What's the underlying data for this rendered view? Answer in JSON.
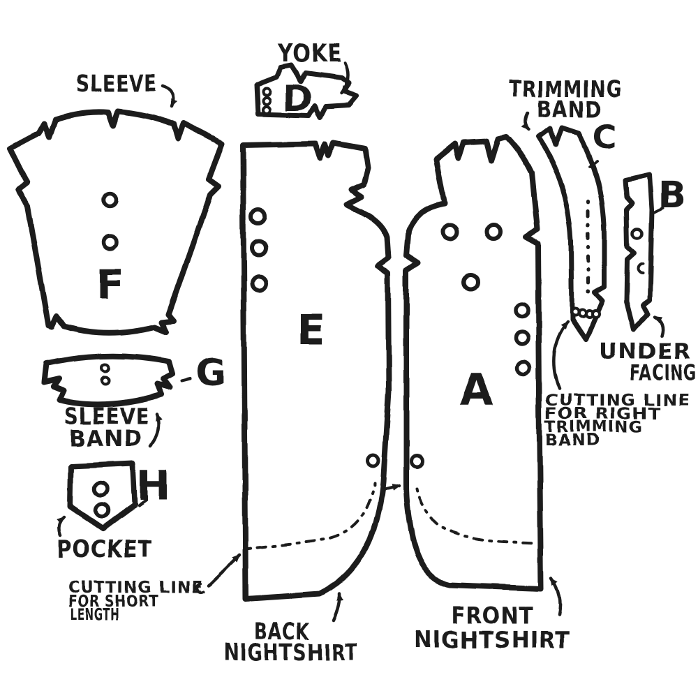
{
  "diagram": {
    "kind": "vintage nightshirt sewing pattern diagram",
    "colors": {
      "ink": "#1a1a1a",
      "paper": "#ffffff"
    }
  },
  "pieces": {
    "sleeve": {
      "label": "SLEEVE",
      "letter": "F"
    },
    "sleeve_band": {
      "label_line1": "SLEEVE",
      "label_line2": "BAND",
      "letter": "G"
    },
    "pocket": {
      "label": "POCKET",
      "letter": "H"
    },
    "yoke": {
      "label": "YOKE",
      "letter": "D"
    },
    "back_nightshirt": {
      "label_line1": "BACK",
      "label_line2": "NIGHTSHIRT",
      "letter": "E"
    },
    "front_nightshirt": {
      "label_line1": "FRONT",
      "label_line2": "NIGHTSHIRT",
      "letter": "A"
    },
    "trimming_band": {
      "label_line1": "TRIMMING",
      "label_line2": "BAND",
      "letter": "C"
    },
    "under_facing": {
      "label_line1": "UNDER",
      "label_line2": "FACING",
      "letter": "B"
    }
  },
  "annotations": {
    "cutting_line_short": {
      "line1": "CUTTING LINE",
      "line2": "FOR SHORT",
      "line3": "LENGTH"
    },
    "cutting_line_right": {
      "line1": "CUTTING LINE",
      "line2": "FOR RIGHT",
      "line3": "TRIMMING",
      "line4": "BAND"
    }
  }
}
